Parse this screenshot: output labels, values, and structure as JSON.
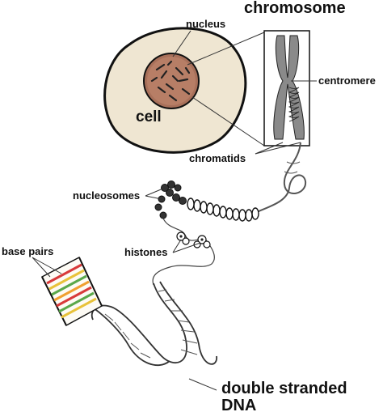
{
  "labels": {
    "chromosome": "chromosome",
    "nucleus": "nucleus",
    "centromere": "centromere",
    "cell": "cell",
    "chromatids": "chromatids",
    "nucleosomes": "nucleosomes",
    "histones": "histones",
    "base_pairs": "base pairs",
    "dna_line1": "double stranded",
    "dna_line2": "DNA"
  },
  "colors": {
    "cell_fill": "#efe6d2",
    "nucleus_fill": "#a8705a",
    "chromosome_fill": "#8a8a8a",
    "base_pair_colors": [
      "#d83a3a",
      "#e8c23a",
      "#5aa84a",
      "#f0a030"
    ]
  }
}
